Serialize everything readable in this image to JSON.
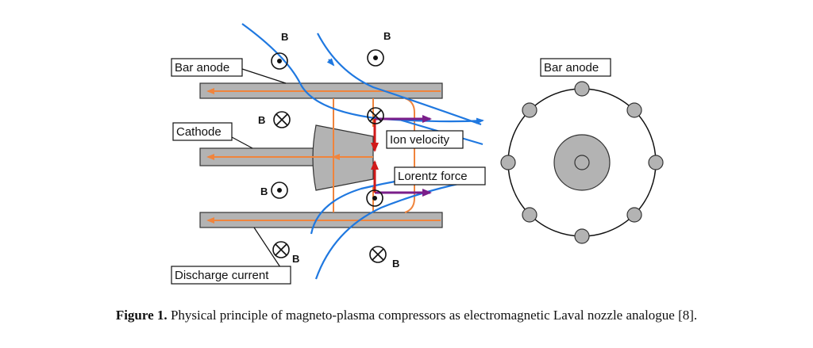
{
  "diagram": {
    "labels": {
      "bar_anode_left": "Bar anode",
      "bar_anode_right": "Bar anode",
      "cathode": "Cathode",
      "discharge_current": "Discharge current",
      "ion_velocity": "Ion velocity",
      "lorentz_force": "Lorentz force",
      "b_field": "B"
    },
    "colors": {
      "field_line": "#1f78e0",
      "current": "#f0843c",
      "force": "#d11a1a",
      "velocity": "#7a1e8a",
      "electrode_fill": "#b3b3b3"
    }
  },
  "caption": {
    "prefix": "Figure 1.",
    "text": "Physical principle of magneto-plasma compressors as electromagnetic Laval nozzle analogue [8]."
  }
}
